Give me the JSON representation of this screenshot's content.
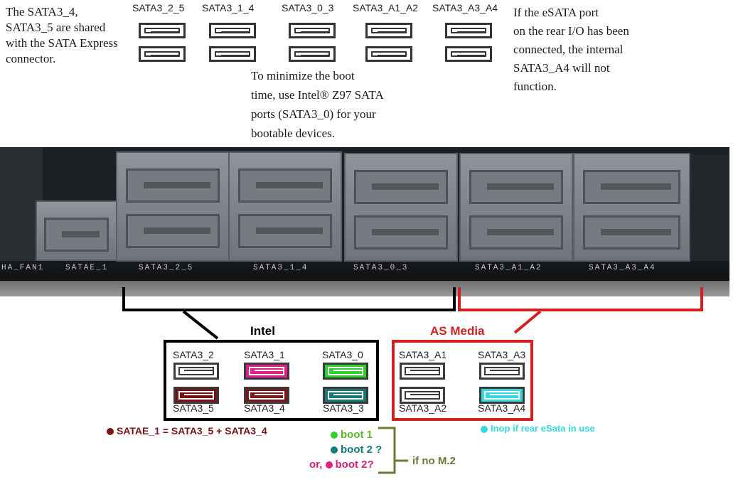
{
  "notes": {
    "top_left": "The SATA3_4,\nSATA3_5 are shared\nwith the SATA Express\nconnector.",
    "top_middle": "To minimize the boot\ntime, use Intel® Z97 SATA\nports (SATA3_0) for your\nbootable devices.",
    "top_right": "If the eSATA port\non the rear I/O has been\nconnected, the internal\nSATA3_A4 will not\nfunction."
  },
  "top_ports": [
    {
      "label": "SATA3_2_5"
    },
    {
      "label": "SATA3_1_4"
    },
    {
      "label": "SATA3_0_3"
    },
    {
      "label": "SATA3_A1_A2"
    },
    {
      "label": "SATA3_A3_A4"
    }
  ],
  "silkscreen": {
    "fan": "HA_FAN1",
    "satae": "SATAE_1",
    "s25": "SATA3_2_5",
    "s14": "SATA3_1_4",
    "s03": "SATA3_0_3",
    "sa12": "SATA3_A1_A2",
    "sa34": "SATA3_A3_A4"
  },
  "groups": {
    "intel": {
      "title": "Intel",
      "color": "#000000",
      "ports": [
        {
          "label": "SATA3_2",
          "color": "#ffffff"
        },
        {
          "label": "SATA3_1",
          "color": "#e0208a"
        },
        {
          "label": "SATA3_0",
          "color": "#2ed12e"
        },
        {
          "label": "SATA3_5",
          "color": "#7a1010"
        },
        {
          "label": "SATA3_4",
          "color": "#7a1818"
        },
        {
          "label": "SATA3_3",
          "color": "#157a78"
        }
      ]
    },
    "asmedia": {
      "title": "AS Media",
      "color": "#d42020",
      "ports": [
        {
          "label": "SATA3_A1",
          "color": "#ffffff"
        },
        {
          "label": "SATA3_A3",
          "color": "#ffffff"
        },
        {
          "label": "SATA3_A2",
          "color": "#ffffff"
        },
        {
          "label": "SATA3_A4",
          "color": "#38d8e0"
        }
      ]
    }
  },
  "annotations": {
    "satae_note": "SATAE_1 = SATA3_5 + SATA3_4",
    "inop_note": "Inop if rear eSata in use",
    "boot1": "boot 1",
    "boot2": "boot 2 ?",
    "or_prefix": "or,",
    "boot2b": "boot 2?",
    "no_m2": "if no M.2"
  },
  "colors": {
    "dark_red": "#7a1616",
    "cyan": "#38d8e0",
    "green_text": "#5ab82a",
    "teal": "#157a78",
    "magenta": "#d0207a",
    "olive": "#6b7a3a"
  }
}
